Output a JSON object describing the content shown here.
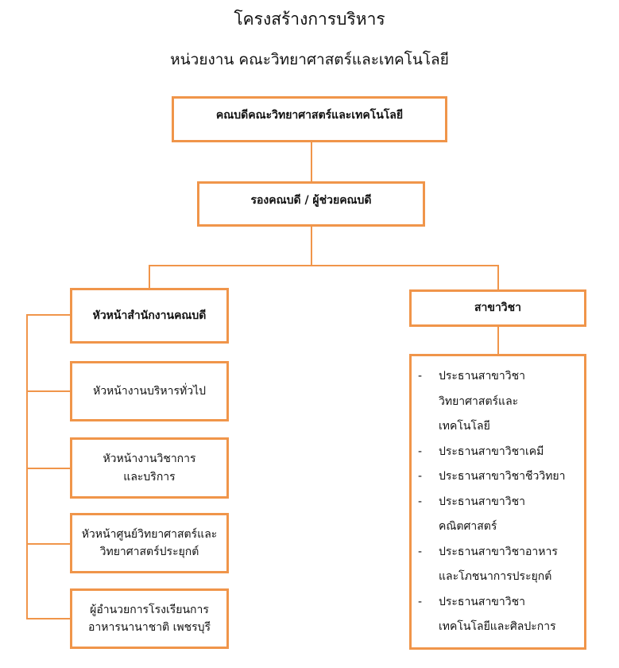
{
  "title": "โครงสร้างการบริหาร",
  "subtitle": "หน่วยงาน  คณะวิทยาศาสตร์และเทคโนโลยี",
  "dean": "คณบดีคณะวิทยาศาสตร์และเทคโนโลยี",
  "deputy": "รองคณบดี / ผู้ช่วยคณบดี",
  "office_head": "หัวหน้าสำนักงานคณบดี",
  "office_units": [
    "หัวหน้างานบริหารทั่วไป",
    "หัวหน้างานวิชาการและบริการ",
    "หัวหน้าศูนย์วิทยาศาสตร์และวิทยาศาสตร์ประยุกต์",
    "ผู้อำนวยการโรงเรียนการอาหารนานาชาติ เพชรบุรี"
  ],
  "departments_head": "สาขาวิชา",
  "departments": [
    {
      "dash": "-",
      "lines": [
        "ประธานสาขาวิชา",
        "วิทยาศาสตร์และ",
        "เทคโนโลยี"
      ]
    },
    {
      "dash": "-",
      "lines": [
        "ประธานสาขาวิชาเคมี"
      ]
    },
    {
      "dash": "-",
      "lines": [
        "ประธานสาขาวิชาชีววิทยา"
      ]
    },
    {
      "dash": "-",
      "lines": [
        "ประธานสาขาวิชา",
        "คณิตศาสตร์"
      ]
    },
    {
      "dash": "-",
      "lines": [
        "ประธานสาขาวิชาอาหาร",
        "และโภชนาการประยุกต์"
      ]
    },
    {
      "dash": "-",
      "lines": [
        "ประธานสาขาวิชา",
        "เทคโนโลยีและศิลปะการ"
      ]
    }
  ]
}
